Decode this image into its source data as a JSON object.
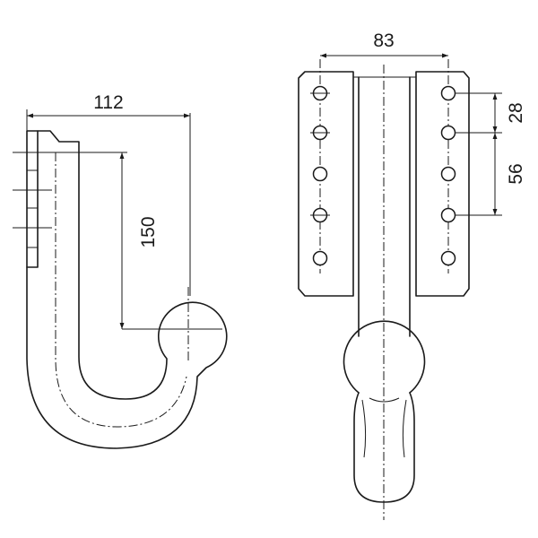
{
  "dimensions": {
    "hook_width": "112",
    "hook_height": "150",
    "plate_width": "83",
    "hole_spacing_small": "28",
    "hole_spacing_large": "56"
  }
}
